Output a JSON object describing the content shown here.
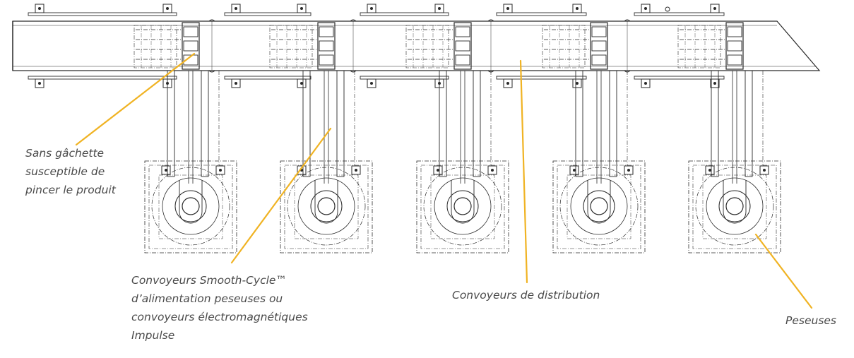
{
  "colors": {
    "leader": "#f0b323",
    "line_art": "#2a2a2a",
    "text": "#4a4a4a"
  },
  "callouts": {
    "no_trigger": {
      "lines": [
        "Sans gâchette",
        "susceptible de",
        "pincer le produit"
      ]
    },
    "feed_conveyors": {
      "lines": [
        "Convoyeurs Smooth-Cycle™",
        "d’alimentation peseuses ou",
        "convoyeurs électromagnétiques",
        "Impulse"
      ]
    },
    "distribution": {
      "lines": [
        "Convoyeurs de distribution"
      ]
    },
    "weighers": {
      "lines": [
        "Peseuses"
      ]
    }
  },
  "weigher_count": 5
}
